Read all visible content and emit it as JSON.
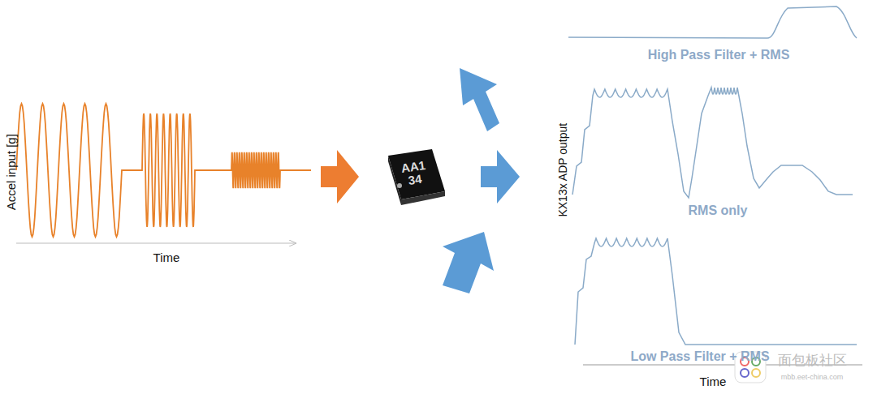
{
  "diagram": {
    "nodes": [
      {
        "text": [
          "AA1",
          "34"
        ]
      }
    ],
    "labels": [
      "Accel input [g]",
      "Time",
      "KX13x ADP output",
      "High Pass Filter + RMS",
      "RMS only",
      "Low Pass Filter + RMS",
      "Time",
      "面包板社区",
      "mbb.eet-china.com"
    ]
  }
}
